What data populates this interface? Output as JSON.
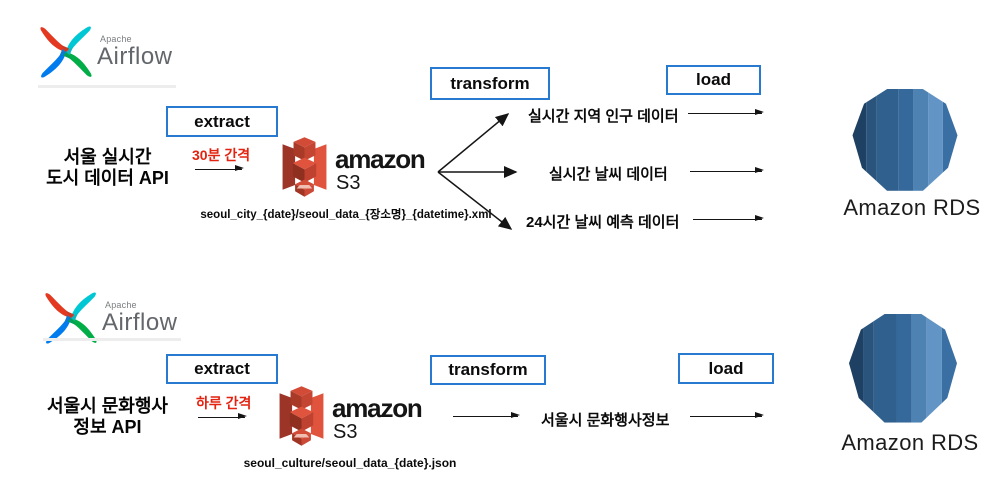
{
  "colors": {
    "box_border": "#2879d0",
    "interval_red": "#e32310",
    "arrow_black": "#151515",
    "airflow_red": "#e43921",
    "airflow_cyan": "#00c7d4",
    "airflow_green": "#00ad46",
    "airflow_blue": "#017cee",
    "s3_red_light": "#e0543e",
    "s3_red_dark": "#8f2f20",
    "rds_blue_mid": "#36699b"
  },
  "pipelines": [
    {
      "airflow": {
        "vendor": "Apache",
        "product": "Airflow"
      },
      "source_line1": "서울 실시간",
      "source_line2": "도시 데이터 API",
      "extract_label": "extract",
      "interval_label": "30분 간격",
      "s3": {
        "brand": "amazon",
        "name": "S3",
        "path": "seoul_city_{date}/seoul_data_{장소명}_{datetime}.xml"
      },
      "transform_label": "transform",
      "load_label": "load",
      "outputs": [
        "실시간 지역 인구 데이터",
        "실시간 날씨 데이터",
        "24시간 날씨 예측 데이터"
      ],
      "target_label": "Amazon RDS"
    },
    {
      "airflow": {
        "vendor": "Apache",
        "product": "Airflow"
      },
      "source_line1": "서울시 문화행사",
      "source_line2": "정보 API",
      "extract_label": "extract",
      "interval_label": "하루 간격",
      "s3": {
        "brand": "amazon",
        "name": "S3",
        "path": "seoul_culture/seoul_data_{date}.json"
      },
      "transform_label": "transform",
      "load_label": "load",
      "outputs": [
        "서울시 문화행사정보"
      ],
      "target_label": "Amazon RDS"
    }
  ]
}
